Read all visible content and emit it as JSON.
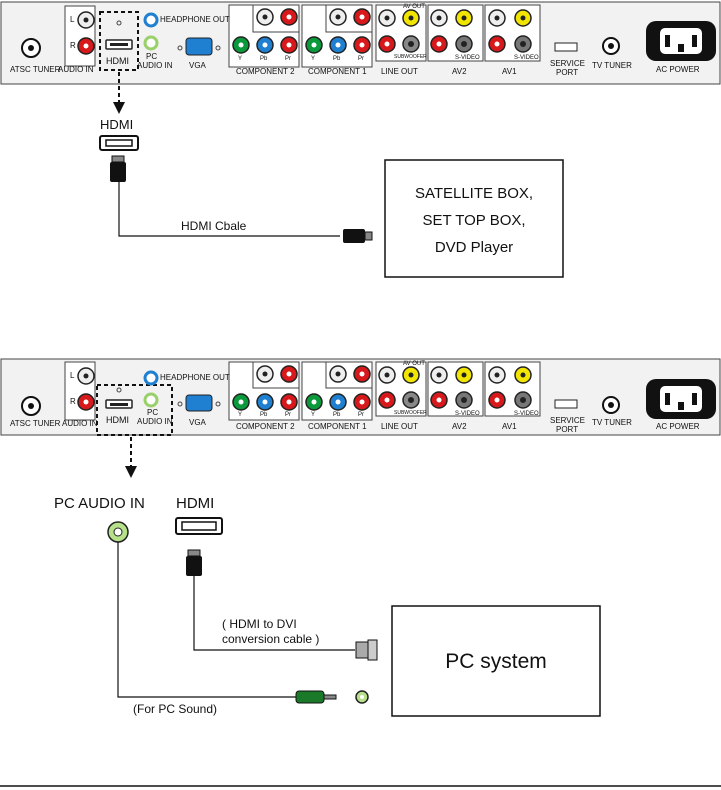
{
  "panel": {
    "atsc_tuner": "ATSC TUNER",
    "audio_in": "AUDIO IN",
    "hdmi": "HDMI",
    "headphone_out": "HEADPHONE OUT",
    "pc": "PC",
    "pc_audio_in": "AUDIO IN",
    "vga": "VGA",
    "component2": "COMPONENT 2",
    "component1": "COMPONENT 1",
    "line_out": "LINE OUT",
    "av2": "AV2",
    "av1": "AV1",
    "service": "SERVICE",
    "port": "PORT",
    "tv_tuner": "TV TUNER",
    "ac_power": "AC POWER",
    "l": "L",
    "r": "R",
    "y": "Y",
    "pb": "Pb",
    "pr": "Pr",
    "av": "AV",
    "av_out": "AV OUT",
    "subwoofer": "SUBWOOFER",
    "s_video": "S-VIDEO"
  },
  "diagram1": {
    "hdmi_label": "HDMI",
    "cable_label": "HDMI Cbale",
    "device_lines": [
      "SATELLITE BOX,",
      "SET TOP BOX,",
      "DVD Player"
    ]
  },
  "diagram2": {
    "pc_audio_label": "PC AUDIO IN",
    "hdmi_label": "HDMI",
    "cable_lines": [
      "( HDMI to DVI",
      "conversion cable )"
    ],
    "sound_label": "(For PC Sound)",
    "device_label": "PC system"
  },
  "colors": {
    "red": "#d7191c",
    "green": "#0a9a3c",
    "blue": "#1f7fd0",
    "yellow": "#f2e600",
    "panel_bg": "#f2f2f2",
    "light_green": "#b6e08a"
  }
}
